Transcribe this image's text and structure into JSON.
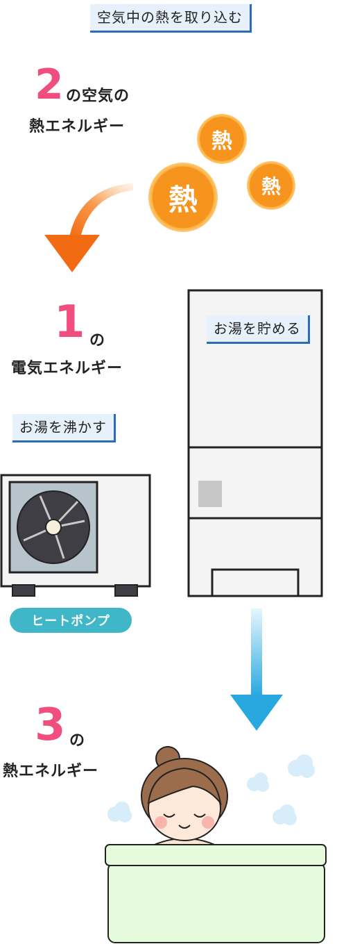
{
  "top_label": "空気中の熱を取り込む",
  "heat_char": "熱",
  "step2": {
    "number": "2",
    "suffix": "の空気の",
    "line2": "熱エネルギー"
  },
  "step1": {
    "number": "1",
    "suffix": "の",
    "line2": "電気エネルギー"
  },
  "step3": {
    "number": "3",
    "suffix": "の",
    "line2": "熱エネルギー"
  },
  "boil_label": "お湯を沸かす",
  "store_label": "お湯を貯める",
  "heat_pump_label": "ヒートポンプ",
  "colors": {
    "accent_pink": "#f04e7e",
    "heat_orange": "#f7941d",
    "arrow_orange": "#f47a20",
    "arrow_blue": "#29a8e0",
    "label_bg": "#e6f1fb",
    "label_border": "#2b6cb8",
    "tag_teal": "#3fb7c9",
    "tub_green": "#e6fadc"
  },
  "icons": [
    "fan-icon",
    "heat-ball-icon",
    "steam-cloud-icon",
    "curved-arrow-icon",
    "down-arrow-icon"
  ]
}
